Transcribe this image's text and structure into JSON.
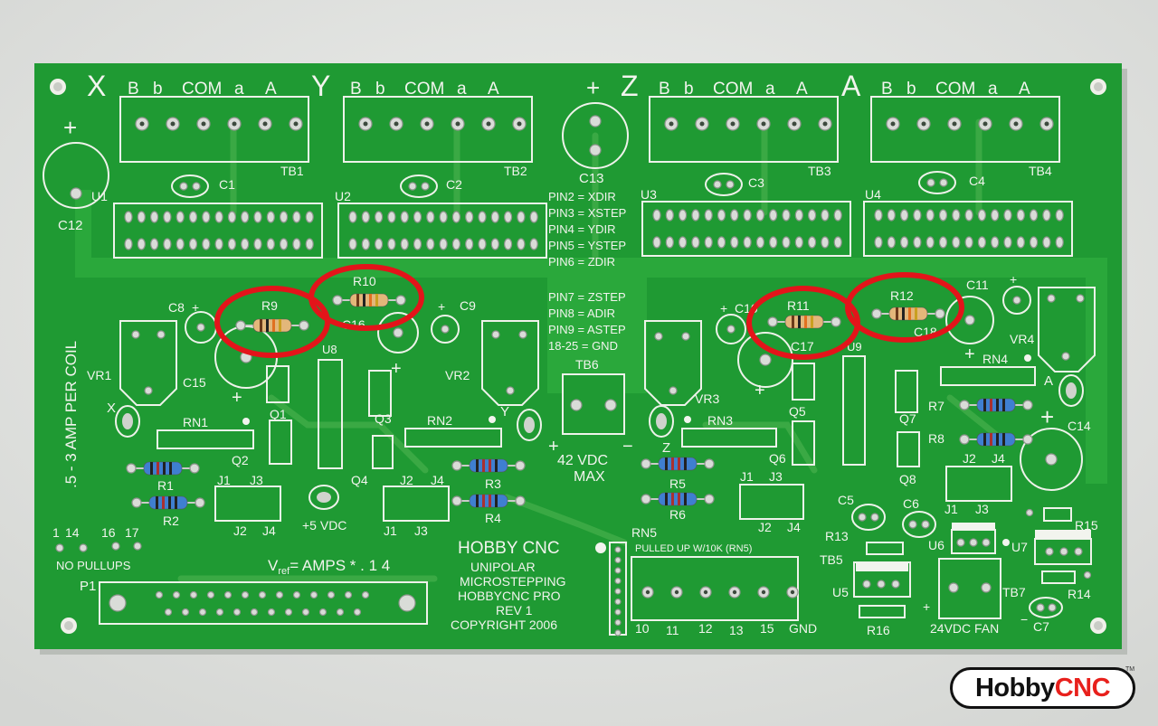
{
  "board": {
    "axes": [
      "X",
      "Y",
      "Z",
      "A"
    ],
    "pin_header_labels": [
      "B",
      "b",
      "COM",
      "a",
      "A"
    ],
    "terminal_blocks": [
      "TB1",
      "TB2",
      "TB3",
      "TB4"
    ],
    "drivers": [
      "U1",
      "U2",
      "U3",
      "U4"
    ],
    "small_caps": [
      "C1",
      "C2",
      "C3",
      "C4"
    ],
    "plus": "+",
    "minus": "−",
    "c12": "C12",
    "c13": "C13",
    "pin_map": [
      "PIN2 = XDIR",
      "PIN3 = XSTEP",
      "PIN4 = YDIR",
      "PIN5 = YSTEP",
      "PIN6 = ZDIR",
      "PIN7 = ZSTEP",
      "PIN8 = ADIR",
      "PIN9 = ASTEP",
      "18-25 = GND"
    ],
    "resistors_highlighted": [
      "R9",
      "R10",
      "R11",
      "R12"
    ],
    "labels_left": {
      "c8": "C8",
      "c9": "C9",
      "c15": "C15",
      "c16": "C16",
      "u8": "U8",
      "vr1": "VR1",
      "vr2": "VR2",
      "q1": "Q1",
      "q2": "Q2",
      "q3": "Q3",
      "q4": "Q4",
      "rn1": "RN1",
      "rn2": "RN2",
      "r1": "R1",
      "r2": "R2",
      "r3": "R3",
      "r4": "R4",
      "j1": "J1",
      "j2": "J2",
      "j3": "J3",
      "j4": "J4",
      "x": "X",
      "y": "Y",
      "v5": "+5 VDC"
    },
    "labels_right": {
      "c10": "C10",
      "c11": "C11",
      "c17": "C17",
      "c18": "C18",
      "u9": "U9",
      "vr3": "VR3",
      "vr4": "VR4",
      "q5": "Q5",
      "q6": "Q6",
      "q7": "Q7",
      "q8": "Q8",
      "rn3": "RN3",
      "rn4": "RN4",
      "r5": "R5",
      "r6": "R6",
      "r7": "R7",
      "r8": "R8",
      "c5": "C5",
      "c6": "C6",
      "c14": "C14",
      "z": "Z",
      "a": "A"
    },
    "tb6": "TB6",
    "vdc42": "42 VDC",
    "max": "MAX",
    "side_text": ".5 - 3 AMP PER COIL",
    "pins_top": [
      "1",
      "14",
      "16",
      "17"
    ],
    "no_pullups": "NO PULLUPS",
    "p1": "P1",
    "vref_v": "V",
    "vref_sub": "ref",
    "vref_rest": "= AMPS * . 1 4",
    "hobby_cnc": "HOBBY CNC",
    "credit_lines": [
      "UNIPOLAR",
      "MICROSTEPPING",
      "HOBBYCNC PRO",
      "REV 1",
      "COPYRIGHT 2006"
    ],
    "rn5": "RN5",
    "pulled_up": "PULLED UP W/10K (RN5)",
    "tb5": "TB5",
    "tb5_pins": [
      "10",
      "11",
      "12",
      "13",
      "15",
      "GND"
    ],
    "r13": "R13",
    "r14": "R14",
    "r15": "R15",
    "r16": "R16",
    "u5": "U5",
    "u6": "U6",
    "u7": "U7",
    "tb7": "TB7",
    "c7": "C7",
    "fan": "24VDC FAN",
    "highlight_color": "#e3141a",
    "pcb_color": "#1f9a33"
  },
  "logo": {
    "part1": "Hobby",
    "part2": "CNC",
    "tm": "TM"
  }
}
